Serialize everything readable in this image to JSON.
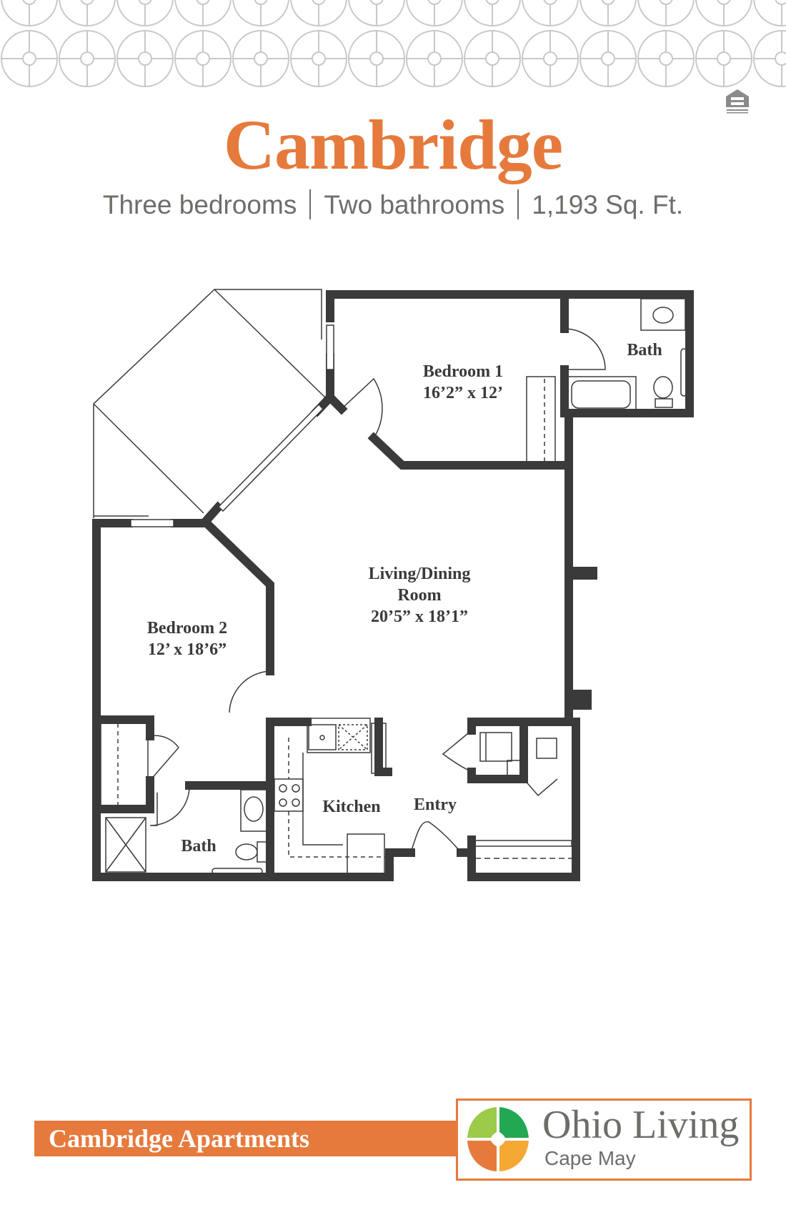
{
  "header": {
    "pattern_icon": "decorative-circle-cross-pattern",
    "equal_housing_icon": "equal-housing-opportunity-icon",
    "title": "Cambridge",
    "subtitle": {
      "bedrooms": "Three bedrooms",
      "bathrooms": "Two bathrooms",
      "area": "1,193 Sq. Ft."
    }
  },
  "floor_plan": {
    "rooms": [
      {
        "name": "Bedroom  1",
        "dimensions": "16’2” x 12’"
      },
      {
        "name": "Bath",
        "dimensions": ""
      },
      {
        "name": "Living/Dining",
        "name_line2": "Room",
        "dimensions": "20’5” x 18’1”"
      },
      {
        "name": "Bedroom  2",
        "dimensions": "12’ x 18’6”"
      },
      {
        "name": "Kitchen",
        "dimensions": ""
      },
      {
        "name": "Entry",
        "dimensions": ""
      },
      {
        "name": "Bath",
        "dimensions": ""
      }
    ]
  },
  "footer": {
    "bar_label": "Cambridge Apartments",
    "logo": {
      "name": "Ohio Living",
      "location": "Cape May",
      "colors": {
        "top_left": "#9ccb4a",
        "top_right": "#22a853",
        "bottom_left": "#e67a3c",
        "bottom_right": "#f5a833"
      }
    }
  },
  "colors": {
    "accent": "#e67a3c",
    "text_gray": "#6d6e6a",
    "wall": "#3a3a3a",
    "pattern": "#c8c8c8"
  }
}
